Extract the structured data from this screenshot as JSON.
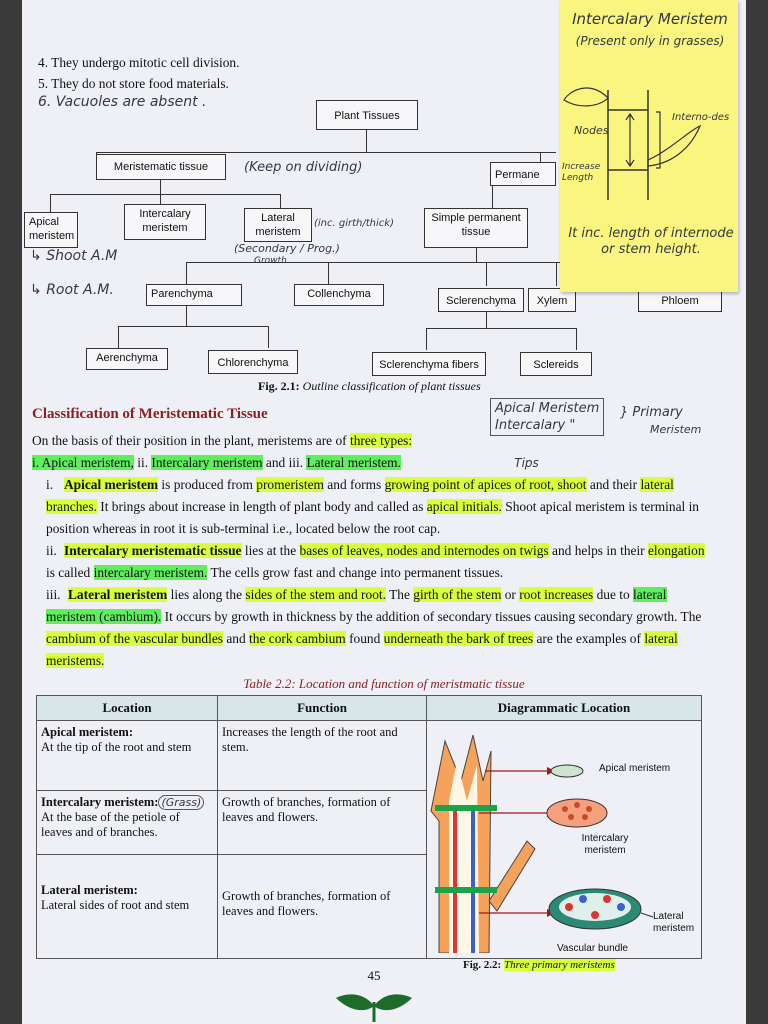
{
  "top_list": {
    "item4": "4.  They undergo mitotic cell division.",
    "item5": "5.  They do not store food materials.",
    "item6": "6. Vacuoles are absent ."
  },
  "tree": {
    "root": "Plant Tissues",
    "meristematic": "Meristematic tissue",
    "meristematic_note": "(Keep on dividing)",
    "permanent": "Permane",
    "apical": "Apical meristem",
    "intercalary": "Intercalary meristem",
    "lateral": "Lateral meristem",
    "lateral_note1": "(inc. girth/thick)",
    "lateral_note2": "(Secondary / Prog.)",
    "lateral_note3": "Growth",
    "simple": "Simple permanent tissue",
    "shoot_am": "Shoot A.M",
    "root_am": "Root A.M.",
    "parenchyma": "Parenchyma",
    "collenchyma": "Collenchyma",
    "sclerenchyma": "Sclerenchyma",
    "xylem": "Xylem",
    "phloem": "Phloem",
    "aerenchyma": "Aerenchyma",
    "chlorenchyma": "Chlorenchyma",
    "scl_fibers": "Sclerenchyma fibers",
    "sclereids": "Sclereids",
    "fig_label": "Fig. 2.1:",
    "fig_caption": "Outline classification of plant tissues"
  },
  "sticky_note": {
    "title": "Intercalary Meristem",
    "subtitle": "(Present only in grasses)",
    "internode": "Interno-des",
    "nodes": "Nodes",
    "increase": "Increase Length",
    "note": "It inc. length of internode or stem height."
  },
  "side_note": {
    "line1": "Apical Meristem",
    "line2": "Intercalary  \"",
    "rhs1": "Primary",
    "rhs2": "Meristem"
  },
  "classification": {
    "heading": "Classification of Meristematic Tissue",
    "intro_pre": "On the basis of their position in the plant, meristems are of ",
    "intro_hl": "three types:",
    "types_1": "i. Apical meristem,",
    "types_2": " ii. ",
    "types_3": "Intercalary meristem",
    "types_4": " and iii. ",
    "types_5": "Lateral meristem.",
    "tips_note": "Tips",
    "p1_num": "i.",
    "p1_a": "Apical meristem",
    "p1_b": " is produced from ",
    "p1_c": "promeristem",
    "p1_d": " and forms ",
    "p1_e": "growing point of apices of root, shoot",
    "p1_f": " and their ",
    "p1_g": "lateral branches.",
    "p1_h": " It brings about increase in length of plant body and called as ",
    "p1_i": "apical initials.",
    "p1_j": " Shoot apical meristem is terminal in position whereas in root it is sub-terminal i.e., located below the root cap.",
    "p2_num": "ii.",
    "p2_a": "Intercalary meristematic tissue",
    "p2_b": " lies at the ",
    "p2_c": "bases of leaves, nodes and internodes on twigs",
    "p2_d": " and helps in their ",
    "p2_e": "elongation",
    "p2_f": " is called ",
    "p2_g": "intercalary meristem.",
    "p2_h": " The cells grow fast and change into permanent tissues.",
    "p3_num": "iii.",
    "p3_a": "Lateral meristem",
    "p3_b": " lies along the ",
    "p3_c": "sides of the stem and root.",
    "p3_d": " The ",
    "p3_e": "girth of the stem",
    "p3_f": " or ",
    "p3_g": "root increases",
    "p3_h": " due to ",
    "p3_i": "lateral meristem (cambium).",
    "p3_j": " It occurs by growth in thickness by the addition of secondary tissues causing secondary growth. The ",
    "p3_k": "cambium of the vascular bundles",
    "p3_l": " and ",
    "p3_m": "the cork cambium",
    "p3_n": " found ",
    "p3_o": "underneath the bark of trees",
    "p3_p": " are the examples of ",
    "p3_q": "lateral meristems."
  },
  "table": {
    "title": "Table 2.2: Location and function of meristmatic tissue",
    "headers": [
      "Location",
      "Function",
      "Diagrammatic Location"
    ],
    "rows": [
      {
        "loc_title": "Apical meristem:",
        "loc_desc": "At the tip of the root and stem",
        "func": "Increases the length of the root and stem."
      },
      {
        "loc_title": "Intercalary meristem:",
        "loc_note": "(Grass)",
        "loc_desc": "At the base of the petiole of leaves and of branches.",
        "func": "Growth of branches, formation of leaves and flowers."
      },
      {
        "loc_title": "Lateral meristem:",
        "loc_desc": "Lateral sides of root and stem",
        "func": "Growth of branches, formation of leaves and flowers."
      }
    ],
    "diagram_labels": {
      "apical": "Apical meristem",
      "intercalary": "Intercalary meristem",
      "lateral": "Lateral meristem",
      "vascular": "Vascular bundle",
      "fig_label": "Fig. 2.2:",
      "fig_caption": "Three primary meristems"
    }
  },
  "page_number": "45",
  "colors": {
    "highlight_yellow": "#d7ff3a",
    "highlight_green": "#5ef05c",
    "sticky": "#f9f57e",
    "heading_red": "#8b1f22",
    "table_header": "#d8e6ea"
  }
}
